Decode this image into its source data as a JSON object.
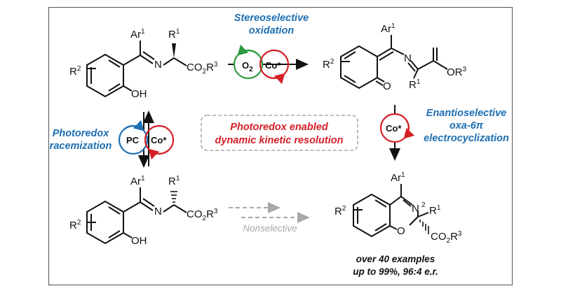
{
  "labels": {
    "stereo_line1": "Stereoselective",
    "stereo_line2": "oxidation",
    "photoredox_line1": "Photoredox",
    "photoredox_line2": "racemization",
    "center_line1": "Photoredox enabled",
    "center_line2": "dynamic kinetic resolution",
    "enantio_line1": "Enantioselective",
    "enantio_line2": "oxa-6π",
    "enantio_line3": "electrocyclization",
    "nonselective": "Nonselective",
    "footer_line1": "over 40 examples",
    "footer_line2": "up to 99%, 96:4 e.r."
  },
  "catalysts": {
    "o2": "O",
    "o2_sub": "2",
    "co_star": "Co*",
    "pc": "PC"
  },
  "atoms": {
    "ar": "Ar",
    "r": "R",
    "n": "N",
    "o": "O",
    "oh": "OH",
    "co2r": "CO",
    "one": "1",
    "two": "2",
    "three": "3"
  },
  "colors": {
    "blue": "#1d6fb3",
    "red": "#d41f26",
    "green": "#2a9a3c",
    "grey": "#a8a8a8",
    "black": "#111111"
  }
}
